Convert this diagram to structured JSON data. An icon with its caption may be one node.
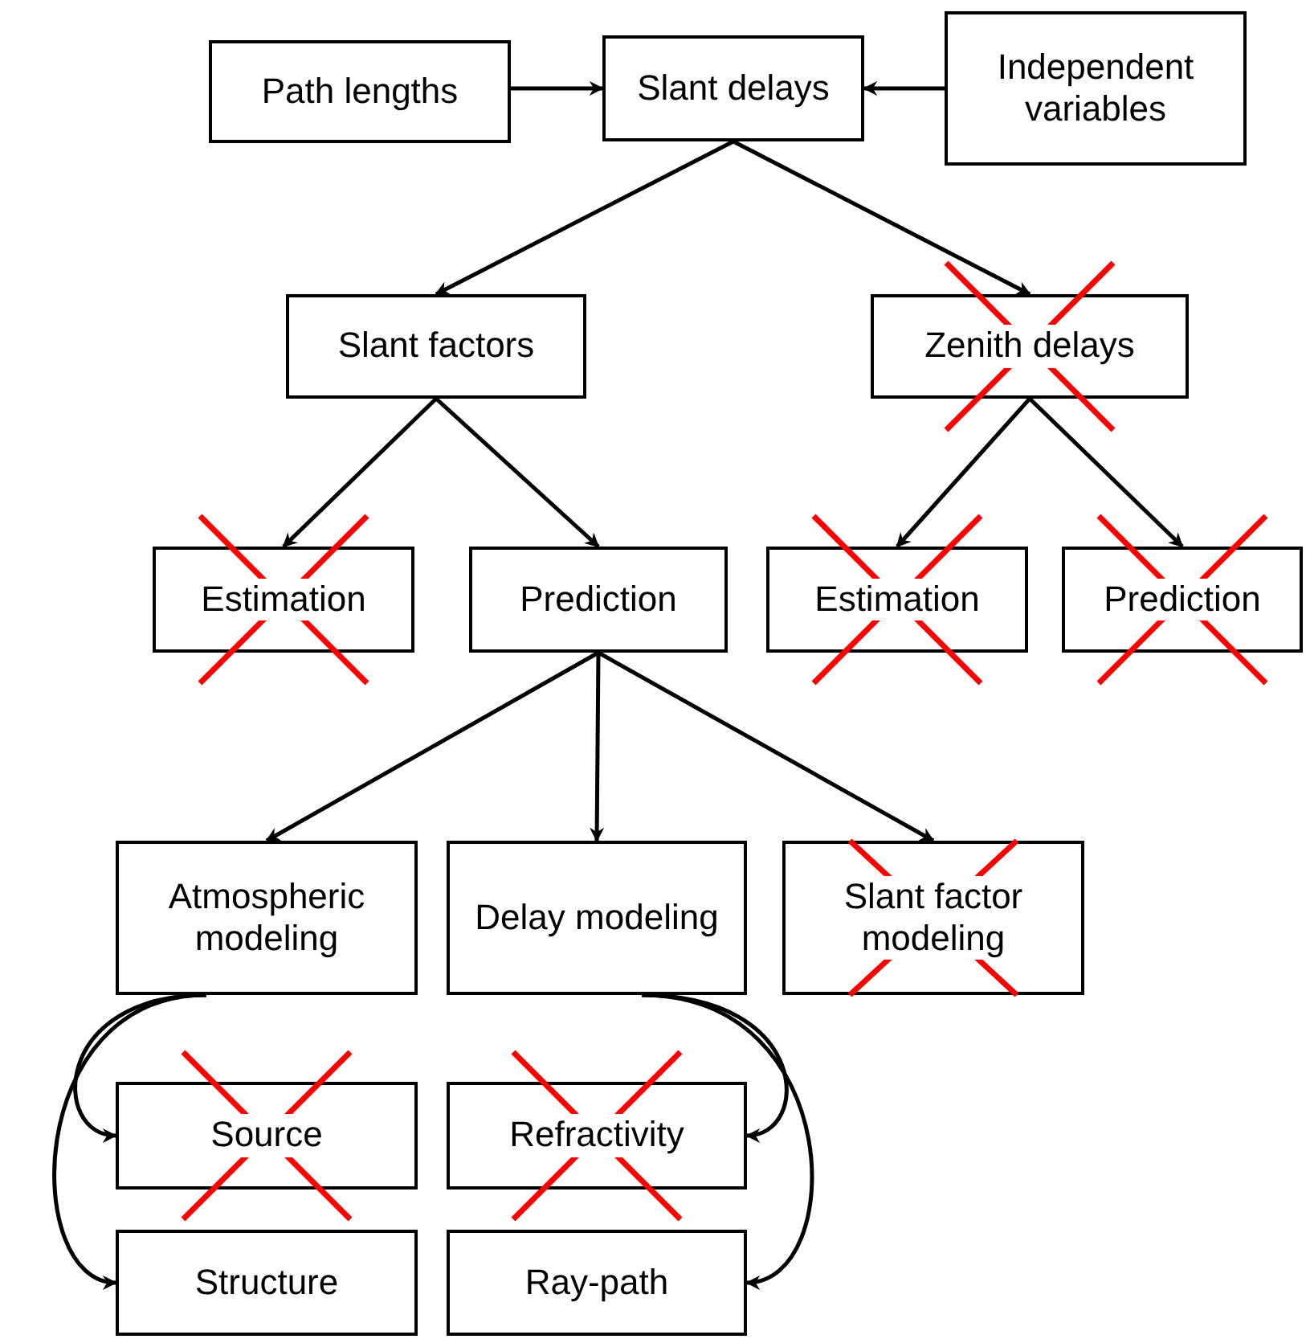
{
  "diagram": {
    "nodes": [
      {
        "text": [
          "Path lengths"
        ]
      },
      {
        "text": [
          "Slant delays"
        ]
      },
      {
        "text": [
          "Independent variables"
        ]
      },
      {
        "text": [
          "Slant factors"
        ]
      },
      {
        "text": [
          "Zenith delays"
        ]
      },
      {
        "text": [
          "Estimation"
        ]
      },
      {
        "text": [
          "Prediction"
        ]
      },
      {
        "text": [
          "Estimation"
        ]
      },
      {
        "text": [
          "Prediction"
        ]
      },
      {
        "text": [
          "Atmospheric modeling"
        ]
      },
      {
        "text": [
          "Delay modeling"
        ]
      },
      {
        "text": [
          "Slant factor modeling"
        ]
      },
      {
        "text": [
          "Source"
        ]
      },
      {
        "text": [
          "Refractivity"
        ]
      },
      {
        "text": [
          "Structure"
        ]
      },
      {
        "text": [
          "Ray-path"
        ]
      }
    ],
    "edges": [
      {
        "from": 0,
        "to": 1,
        "arrow": "to"
      },
      {
        "from": 2,
        "to": 1,
        "arrow": "to"
      },
      {
        "from": 1,
        "to": 3,
        "arrow": "to"
      },
      {
        "from": 1,
        "to": 4,
        "arrow": "to"
      },
      {
        "from": 3,
        "to": 5,
        "arrow": "to"
      },
      {
        "from": 3,
        "to": 6,
        "arrow": "to"
      },
      {
        "from": 4,
        "to": 7,
        "arrow": "to"
      },
      {
        "from": 4,
        "to": 8,
        "arrow": "to"
      },
      {
        "from": 6,
        "to": 9,
        "arrow": "to"
      },
      {
        "from": 6,
        "to": 10,
        "arrow": "to"
      },
      {
        "from": 6,
        "to": 11,
        "arrow": "to"
      },
      {
        "from": 9,
        "to": 12,
        "arrow": "to"
      },
      {
        "from": 9,
        "to": 14,
        "arrow": "to"
      },
      {
        "from": 10,
        "to": 13,
        "arrow": "to"
      },
      {
        "from": 10,
        "to": 15,
        "arrow": "to"
      }
    ]
  }
}
